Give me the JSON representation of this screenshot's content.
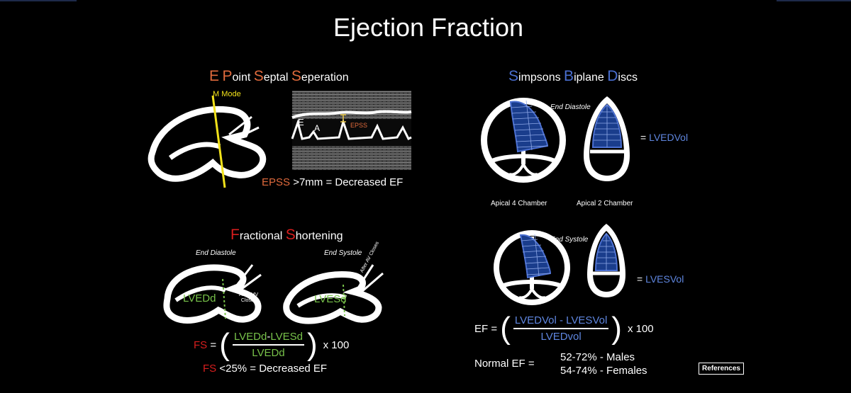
{
  "title": "Ejection Fraction",
  "epss": {
    "heading_letters": [
      "E",
      "P",
      "S",
      "S"
    ],
    "heading_rest": [
      "",
      "oint ",
      "eptal ",
      "eperation"
    ],
    "mmode_label": "M Mode",
    "trace_e": "E",
    "trace_a": "A",
    "trace_epss": "EPSS",
    "criterion_key": "EPSS",
    "criterion_rest": " >7mm = Decreased EF"
  },
  "fs": {
    "heading_letters": [
      "F",
      "S"
    ],
    "heading_rest": [
      "ractional ",
      "hortening"
    ],
    "end_diastole": "End Diastole",
    "end_systole": "End Systole",
    "lvedd": "LVEDd",
    "lvesd": "LVESd",
    "after_mv_closes": [
      "After MV",
      "Closes"
    ],
    "after_av_closes": "After AV Closes",
    "formula_lhs": "FS",
    "formula_eq": " = ",
    "numerator_a": "LVEDd",
    "numerator_minus": "-",
    "numerator_b": "LVESd",
    "denominator": "LVEDd",
    "multiplier": "x 100",
    "criterion_key": "FS",
    "criterion_rest": " <25% = Decreased EF"
  },
  "simpson": {
    "heading_letters": [
      "S",
      "B",
      "D"
    ],
    "heading_rest": [
      "impsons ",
      "iplane ",
      "iscs"
    ],
    "end_diastole": "End Diastole",
    "end_systole": "End Systole",
    "apical4": "Apical 4 Chamber",
    "apical2": "Apical 2 Chamber",
    "eq_lvedvol": "= ",
    "lvedvol": "LVEDVol",
    "eq_lvesvol": "= ",
    "lvesvol": "LVESVol",
    "ef_lhs": "EF = ",
    "ef_num": "LVEDVol - LVESVol",
    "ef_den": "LVEDvol",
    "ef_mult": "x 100",
    "normal_label": "Normal EF =",
    "normal_males": "52-72% - Males",
    "normal_females": "54-74% - Females"
  },
  "references_button": "References",
  "colors": {
    "orange": "#e06a3c",
    "red": "#d81e1e",
    "blue": "#4a6fd1",
    "green": "#78c24a",
    "yellow": "#f2e21a"
  }
}
